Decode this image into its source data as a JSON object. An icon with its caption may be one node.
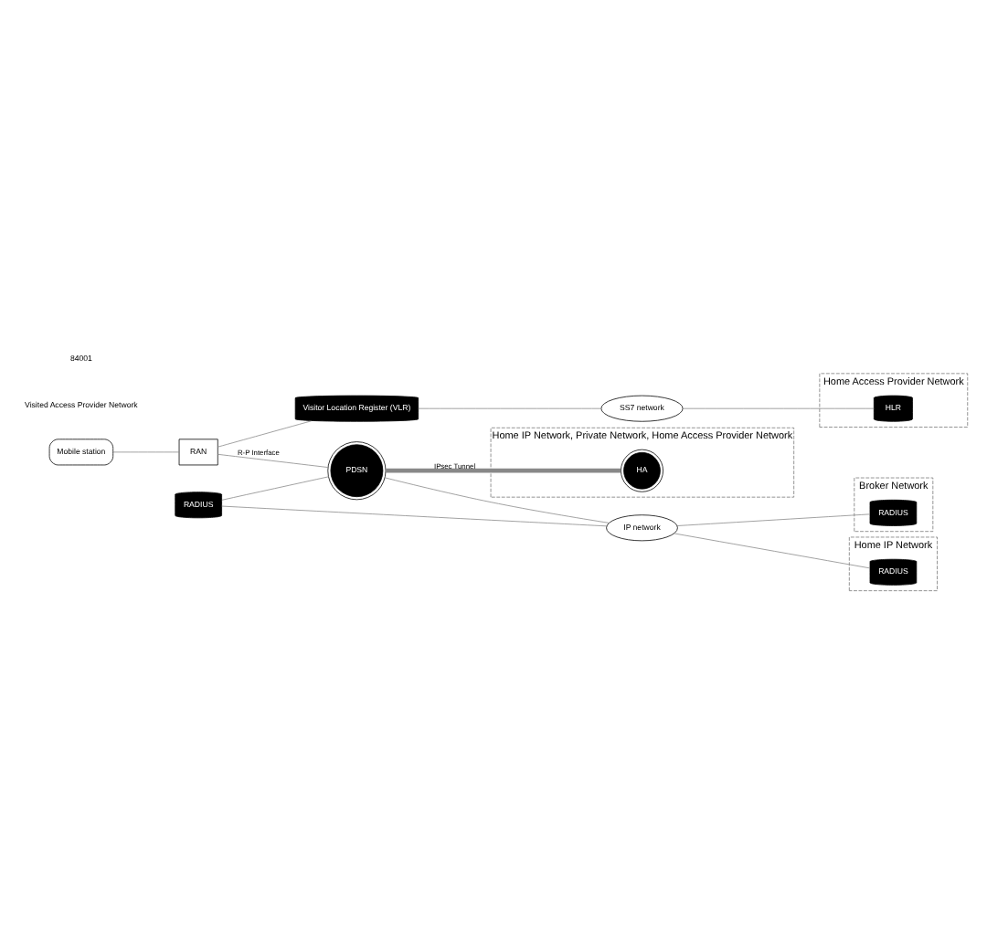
{
  "diagram": {
    "nodes": [
      {
        "text": [
          "Mobile station"
        ]
      },
      {
        "text": [
          "RAN"
        ]
      },
      {
        "text": [
          "Visitor Location Register (VLR)"
        ]
      },
      {
        "text": [
          "RADIUS"
        ]
      },
      {
        "text": [
          "PDSN"
        ]
      },
      {
        "text": [
          "SS7 network"
        ]
      },
      {
        "text": [
          "IP network"
        ]
      },
      {
        "text": [
          "Home Access Provider Network"
        ]
      },
      {
        "text": [
          "HLR"
        ],
        "in": 7
      },
      {
        "text": [
          "Home IP Network"
        ]
      },
      {
        "text": [
          "RADIUS"
        ],
        "in": 9
      },
      {
        "text": [
          "Broker Network"
        ]
      },
      {
        "text": [
          "RADIUS"
        ],
        "in": 11
      },
      {
        "text": [
          "Home IP Network, Private Network, Home Access Provider Network"
        ]
      },
      {
        "text": [
          "HA"
        ],
        "in": 13
      }
    ],
    "edges": [
      {
        "from": 0,
        "to": 1,
        "arrow": "none"
      },
      {
        "from": 1,
        "to": 2,
        "arrow": "none"
      },
      {
        "from": 1,
        "to": 4,
        "arrow": "none",
        "label": "R-P Interface"
      },
      {
        "from": 2,
        "to": 5,
        "arrow": "none"
      },
      {
        "from": 5,
        "to": 8,
        "arrow": "none"
      },
      {
        "from": 3,
        "to": 4,
        "arrow": "none"
      },
      {
        "from": 3,
        "to": 6,
        "arrow": "none"
      },
      {
        "from": 4,
        "to": 6,
        "arrow": "none"
      },
      {
        "from": 6,
        "to": 10,
        "arrow": "none"
      },
      {
        "from": 6,
        "to": 12,
        "arrow": "none"
      },
      {
        "from": 4,
        "to": 14,
        "arrow": "none",
        "label": "IPsec Tunnel",
        "style": "thick"
      }
    ],
    "labels": [
      "Visited Access Provider Network",
      "84001"
    ]
  }
}
